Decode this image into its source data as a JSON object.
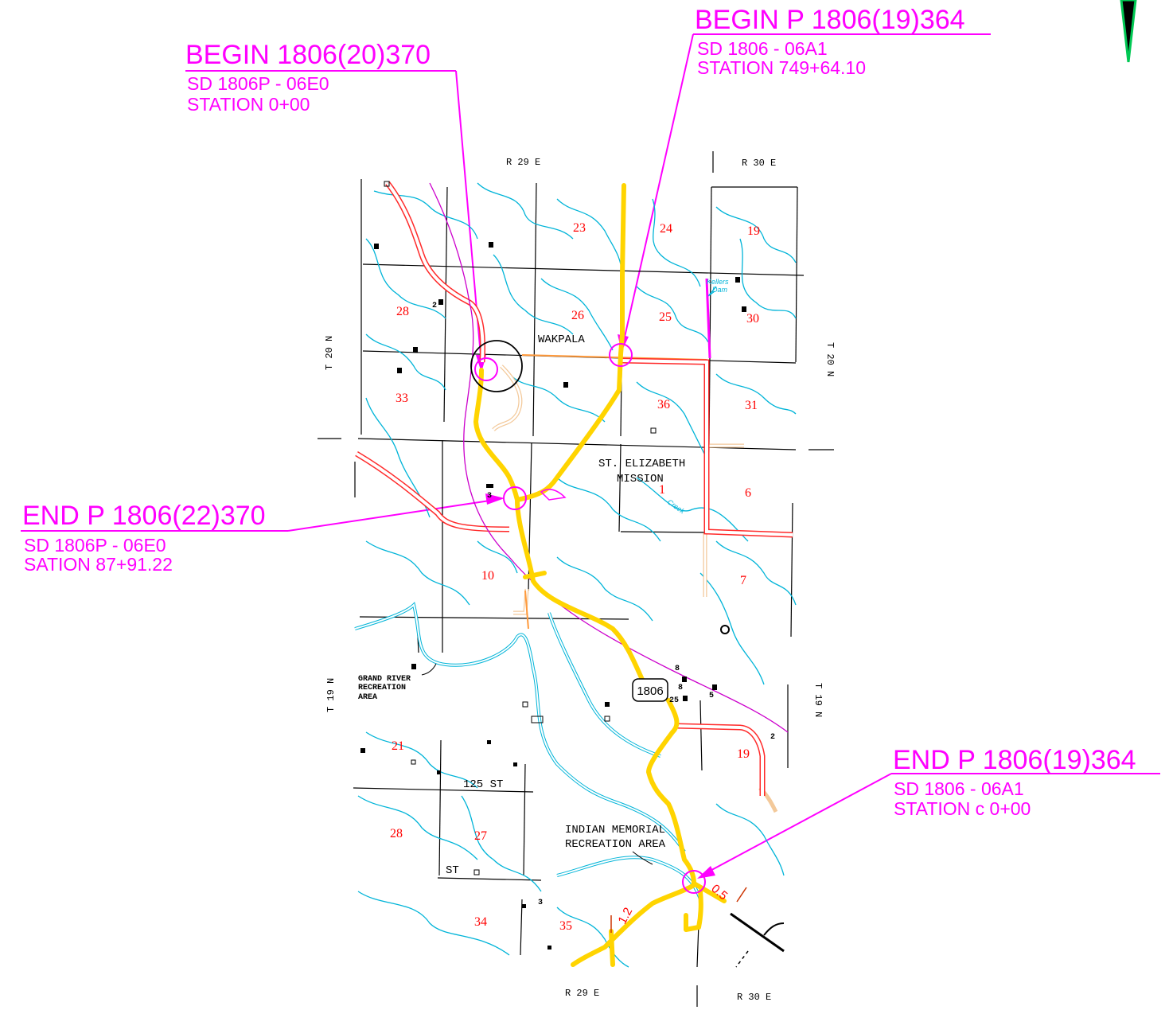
{
  "callouts": {
    "begin_20_370": {
      "title": "BEGIN 1806(20)370",
      "line1": "SD 1806P - 06E0",
      "line2": "STATION 0+00"
    },
    "begin_19_364": {
      "title": "BEGIN P 1806(19)364",
      "line1": "SD 1806 - 06A1",
      "line2": "STATION 749+64.10"
    },
    "end_22_370": {
      "title": "END P 1806(22)370",
      "line1": "SD 1806P - 06E0",
      "line2": "SATION 87+91.22"
    },
    "end_19_364": {
      "title": "END P 1806(19)364",
      "line1": "SD 1806 - 06A1",
      "line2": "STATION c 0+00"
    }
  },
  "ranges": {
    "top_left": "R 29 E",
    "top_right": "R 30 E",
    "bottom_left": "R 29 E",
    "bottom_right": "R 30 E"
  },
  "townships": {
    "left_upper": "T 20 N",
    "right_upper": "T 20 N",
    "left_lower": "T 19 N",
    "right_lower": "T 19 N"
  },
  "sections": {
    "s23": "23",
    "s24": "24",
    "s19": "19",
    "s28": "28",
    "s26": "26",
    "s25": "25",
    "s30": "30",
    "s33": "33",
    "s36": "36",
    "s31": "31",
    "s1": "1",
    "s6": "6",
    "s10": "10",
    "s7": "7",
    "s21": "21",
    "s27": "27",
    "s28b": "28",
    "s34": "34",
    "s35": "35",
    "s19b": "19"
  },
  "places": {
    "wakpala": "WAKPALA",
    "st_elizabeth_1": "ST. ELIZABETH",
    "st_elizabeth_2": "MISSION",
    "grand_river_1": "GRAND RIVER",
    "grand_river_2": "RECREATION",
    "grand_river_3": "AREA",
    "indian_memorial_1": "INDIAN  MEMORIAL",
    "indian_memorial_2": "RECREATION  AREA",
    "street_125": "125  ST",
    "street_st": "ST",
    "kellers_dam_1": "Kellers",
    "kellers_dam_2": "Dam",
    "creek": "Creek"
  },
  "route_shield": "1806",
  "small_labels": {
    "n2": "2",
    "n3": "3",
    "n3b": "3",
    "n8": "8",
    "n8b": "8",
    "n25": "25",
    "n5": "5",
    "n2b": "2"
  },
  "mileage": {
    "m12": "1.2",
    "m05": "0.5"
  },
  "colors": {
    "callout": "#ff00ff",
    "highway": "#ffd400",
    "railroad": "#ff2a2a",
    "water": "#00b4d8",
    "section_numbers": "#ff0000",
    "north_arrow": "#00c853"
  }
}
